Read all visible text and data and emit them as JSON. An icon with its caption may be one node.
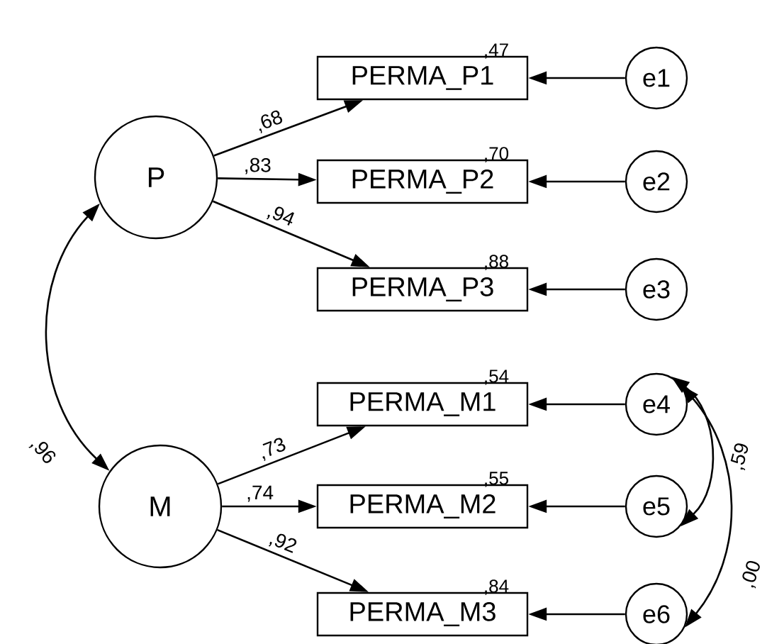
{
  "diagram": {
    "nodes": [
      {
        "text": [
          "P"
        ]
      },
      {
        "text": [
          "M"
        ]
      },
      {
        "text": [
          "PERMA_P1"
        ],
        "beside": [
          ",47"
        ]
      },
      {
        "text": [
          "PERMA_P2"
        ],
        "beside": [
          ",70"
        ]
      },
      {
        "text": [
          "PERMA_P3"
        ],
        "beside": [
          ",88"
        ]
      },
      {
        "text": [
          "PERMA_M1"
        ],
        "beside": [
          ",54"
        ]
      },
      {
        "text": [
          "PERMA_M2"
        ],
        "beside": [
          ",55"
        ]
      },
      {
        "text": [
          "PERMA_M3"
        ],
        "beside": [
          ",84"
        ]
      },
      {
        "text": [
          "e1"
        ]
      },
      {
        "text": [
          "e2"
        ]
      },
      {
        "text": [
          "e3"
        ]
      },
      {
        "text": [
          "e4"
        ]
      },
      {
        "text": [
          "e5"
        ]
      },
      {
        "text": [
          "e6"
        ]
      }
    ],
    "edges": [
      {
        "from": 0,
        "to": 2,
        "arrow": "to",
        "label": ",68"
      },
      {
        "from": 0,
        "to": 3,
        "arrow": "to",
        "label": ",83"
      },
      {
        "from": 0,
        "to": 4,
        "arrow": "to",
        "label": ",94"
      },
      {
        "from": 1,
        "to": 5,
        "arrow": "to",
        "label": ",73"
      },
      {
        "from": 1,
        "to": 6,
        "arrow": "to",
        "label": ",74"
      },
      {
        "from": 1,
        "to": 7,
        "arrow": "to",
        "label": ",92"
      },
      {
        "from": 8,
        "to": 2,
        "arrow": "to"
      },
      {
        "from": 9,
        "to": 3,
        "arrow": "to"
      },
      {
        "from": 10,
        "to": 4,
        "arrow": "to"
      },
      {
        "from": 11,
        "to": 5,
        "arrow": "to"
      },
      {
        "from": 12,
        "to": 6,
        "arrow": "to"
      },
      {
        "from": 13,
        "to": 7,
        "arrow": "to"
      },
      {
        "from": 0,
        "to": 1,
        "arrow": "both",
        "label": ",96"
      },
      {
        "from": 11,
        "to": 12,
        "arrow": "both",
        "label": ",59"
      },
      {
        "from": 11,
        "to": 13,
        "arrow": "both",
        "label": ",00"
      }
    ]
  }
}
